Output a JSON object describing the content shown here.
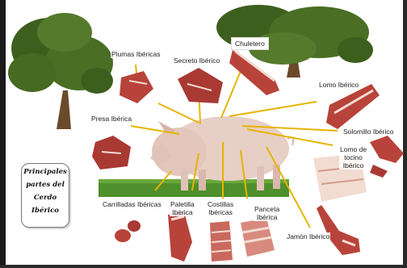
{
  "title_lines": [
    "Principales",
    "partes del",
    "Cerdo",
    "Ibérico"
  ],
  "labels": {
    "chuletero": "Chuletero",
    "plumas": "Plumas Ibéricas",
    "secreto": "Secreto Ibérico",
    "lomo": "Lomo Ibérico",
    "presa": "Presa Ibérica",
    "solomillo": "Solomillo Ibérico",
    "lomo_tocino": [
      "Lomo de",
      "tocino",
      "Ibérico"
    ],
    "carrilladas": "Carrilladas Ibéricas",
    "paletilla": [
      "Paletilla",
      "Ibérica"
    ],
    "costillas": [
      "Costillas",
      "Ibéricas"
    ],
    "panceta": [
      "Panceta",
      "Ibérica"
    ],
    "jamon": "Jamón Ibérico"
  },
  "colors": {
    "leader_line": "#e6b400",
    "meat": "#b8433a",
    "fat": "#f2dcd2",
    "pig": "#e8cfc6",
    "grass": "#4f8f2c",
    "foliage": "#3d5f1e",
    "trunk": "#6b4a2b"
  }
}
